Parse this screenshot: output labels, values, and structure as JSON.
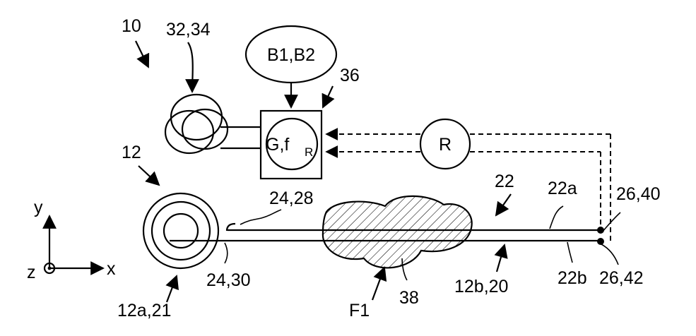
{
  "labels": {
    "ref_10": "10",
    "ref_32_34": "32,34",
    "ref_b1_b2": "B1,B2",
    "ref_36": "36",
    "ref_g_fr_main": "G,f",
    "ref_g_fr_sub": "R",
    "ref_r": "R",
    "ref_12": "12",
    "ref_24_28": "24,28",
    "ref_22": "22",
    "ref_22a": "22a",
    "ref_26_40": "26,40",
    "axis_y": "y",
    "axis_z": "z",
    "axis_x": "x",
    "ref_24_30": "24,30",
    "ref_12a_21": "12a,21",
    "ref_f1": "F1",
    "ref_38": "38",
    "ref_12b_20": "12b,20",
    "ref_22b": "22b",
    "ref_26_42": "26,42"
  }
}
